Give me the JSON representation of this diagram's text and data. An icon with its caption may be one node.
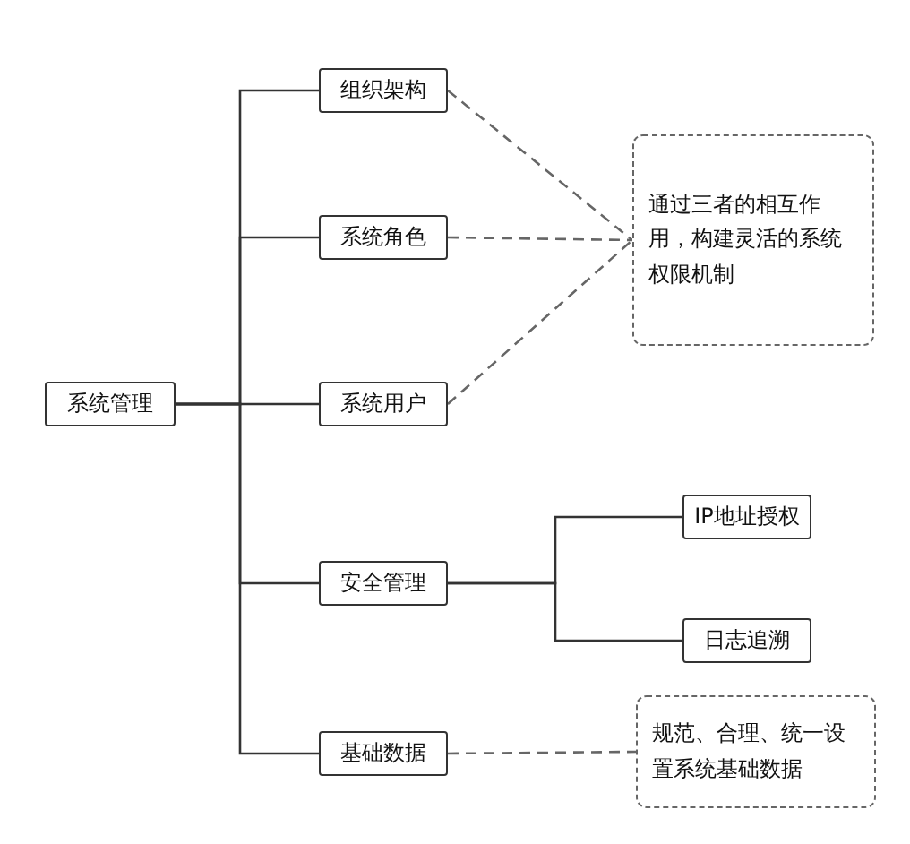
{
  "diagram": {
    "nodes": [
      {
        "text": [
          "系统管理"
        ]
      },
      {
        "text": [
          "组织架构"
        ]
      },
      {
        "text": [
          "系统角色"
        ]
      },
      {
        "text": [
          "通过三者的相互作用，构建灵活的系统权限机制"
        ]
      },
      {
        "text": [
          "系统用户"
        ]
      },
      {
        "text": [
          "安全管理"
        ]
      },
      {
        "text": [
          "IP地址授权"
        ]
      },
      {
        "text": [
          "日志追溯"
        ]
      },
      {
        "text": [
          "基础数据"
        ]
      },
      {
        "text": [
          "规范、合理、统一设置系统基础数据"
        ]
      }
    ],
    "edges": [
      {
        "from": 0,
        "to": 1,
        "arrow": "none"
      },
      {
        "from": 0,
        "to": 2,
        "arrow": "none"
      },
      {
        "from": 0,
        "to": 4,
        "arrow": "none"
      },
      {
        "from": 0,
        "to": 5,
        "arrow": "none"
      },
      {
        "from": 0,
        "to": 8,
        "arrow": "none"
      },
      {
        "from": 5,
        "to": 6,
        "arrow": "none"
      },
      {
        "from": 5,
        "to": 7,
        "arrow": "none"
      },
      {
        "from": 1,
        "to": 3,
        "arrow": "none",
        "style": "dashed"
      },
      {
        "from": 2,
        "to": 3,
        "arrow": "none",
        "style": "dashed"
      },
      {
        "from": 4,
        "to": 3,
        "arrow": "none",
        "style": "dashed"
      },
      {
        "from": 8,
        "to": 9,
        "arrow": "none",
        "style": "dashed"
      }
    ]
  }
}
